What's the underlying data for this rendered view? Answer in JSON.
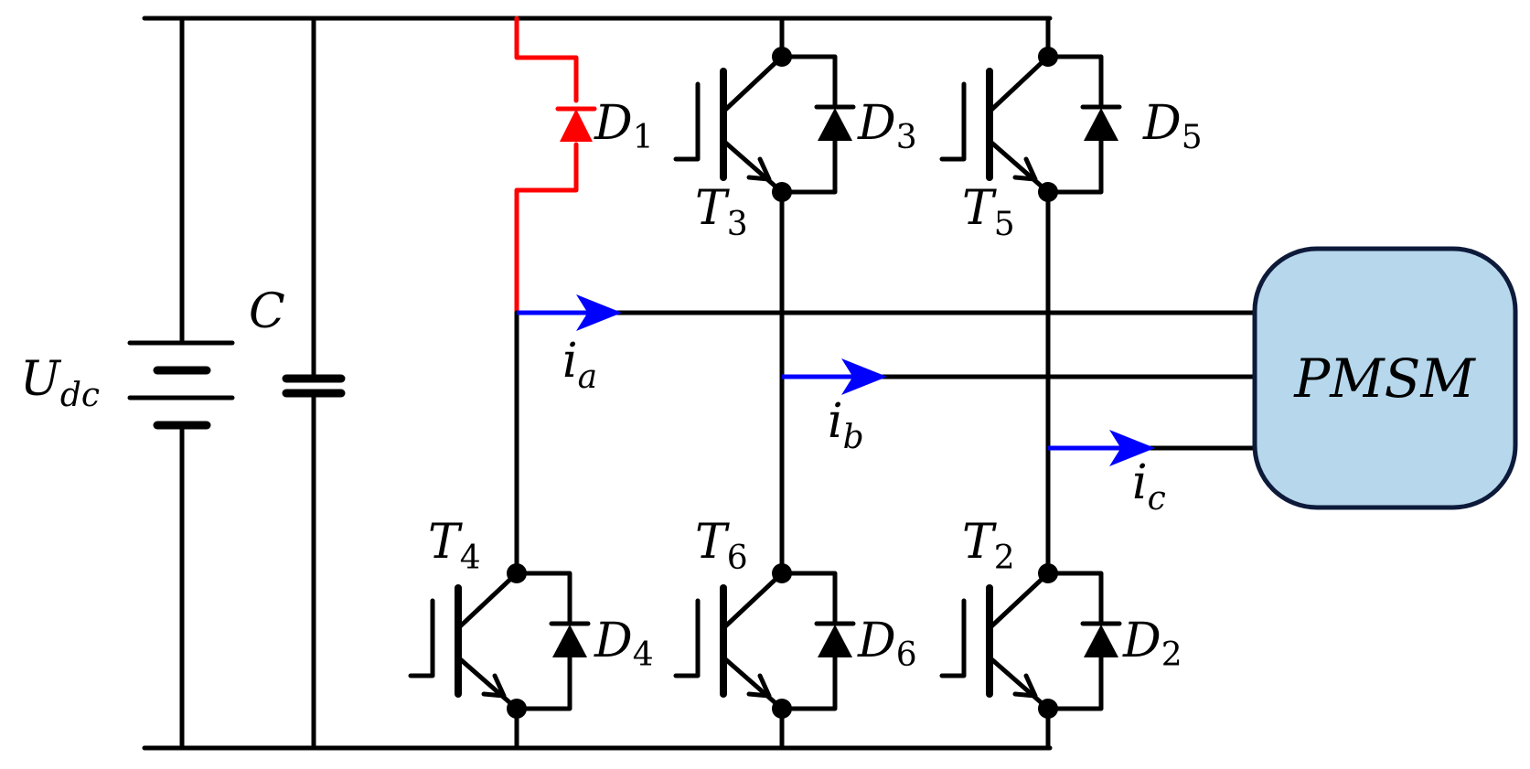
{
  "colors": {
    "wire": "#000000",
    "conducting_path": "#ff0000",
    "current_arrow": "#0000ff",
    "motor_fill": "#b6d7ec",
    "motor_border": "#0d1a3a"
  },
  "source": {
    "symbol": "U",
    "subscript": "dc"
  },
  "capacitor": {
    "label": "C"
  },
  "transistors": [
    {
      "id": "T3",
      "symbol": "T",
      "subscript": "3"
    },
    {
      "id": "T5",
      "symbol": "T",
      "subscript": "5"
    },
    {
      "id": "T4",
      "symbol": "T",
      "subscript": "4"
    },
    {
      "id": "T6",
      "symbol": "T",
      "subscript": "6"
    },
    {
      "id": "T2",
      "symbol": "T",
      "subscript": "2"
    }
  ],
  "diodes": [
    {
      "id": "D1",
      "symbol": "D",
      "subscript": "1",
      "conducting": true
    },
    {
      "id": "D3",
      "symbol": "D",
      "subscript": "3"
    },
    {
      "id": "D5",
      "symbol": "D",
      "subscript": "5"
    },
    {
      "id": "D4",
      "symbol": "D",
      "subscript": "4"
    },
    {
      "id": "D6",
      "symbol": "D",
      "subscript": "6"
    },
    {
      "id": "D2",
      "symbol": "D",
      "subscript": "2"
    }
  ],
  "currents": [
    {
      "id": "ia",
      "symbol": "i",
      "subscript": "a"
    },
    {
      "id": "ib",
      "symbol": "i",
      "subscript": "b"
    },
    {
      "id": "ic",
      "symbol": "i",
      "subscript": "c"
    }
  ],
  "motor": {
    "label": "PMSM"
  }
}
